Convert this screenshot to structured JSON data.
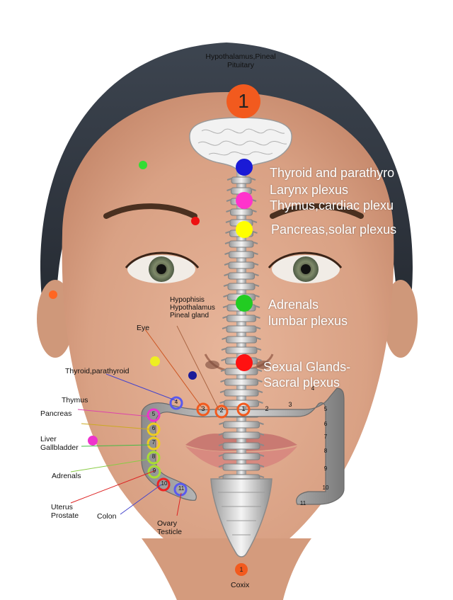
{
  "diagram": {
    "top_label_line1": "Hypothalamus,Pineal",
    "top_label_line2": "Pituitary",
    "top_number": "1",
    "coxix_number": "1",
    "coxix_label": "Coxix",
    "right_labels": [
      {
        "text": "Thyroid and parathyro",
        "color": "#1a1ad6"
      },
      {
        "text": "Larynx plexus",
        "color": ""
      },
      {
        "text": "Thymus,cardiac plexu",
        "color": "#ff33cc"
      },
      {
        "text": "Pancreas,solar plexus",
        "color": "#ffff00"
      },
      {
        "text": "Adrenals",
        "color": "#22cc22"
      },
      {
        "text": "lumbar plexus",
        "color": ""
      },
      {
        "text": "Sexual Glands-",
        "color": "#ff1111"
      },
      {
        "text": "Sacral plexus",
        "color": ""
      }
    ],
    "left_labels": {
      "hypophisis": "Hypophisis",
      "hypothalamus": "Hypothalamus",
      "pineal_gland": "Pineal gland",
      "eye": "Eye",
      "thyroid": "Thyroid,parathyroid",
      "thymus": "Thymus",
      "pancreas": "Pancreas",
      "liver": "Liver",
      "gallbladder": "Gallbladder",
      "adrenals": "Adrenals",
      "uterus": "Uterus",
      "prostate": "Prostate",
      "colon": "Colon",
      "ovary": "Ovary",
      "testicle": "Testicle"
    },
    "colon_numbers_horizontal": [
      "3",
      "2",
      "1",
      "2",
      "3"
    ],
    "colon_numbers_left": [
      "4",
      "5",
      "6",
      "7",
      "8",
      "9",
      "10",
      "11"
    ],
    "colon_numbers_right": [
      "4",
      "5",
      "6",
      "7",
      "8",
      "9",
      "10",
      "11"
    ],
    "face_dot_colors": [
      "#33dd33",
      "#ee1111",
      "#ff6622",
      "#eeee22",
      "#1a1a99",
      "#ee33cc"
    ]
  }
}
